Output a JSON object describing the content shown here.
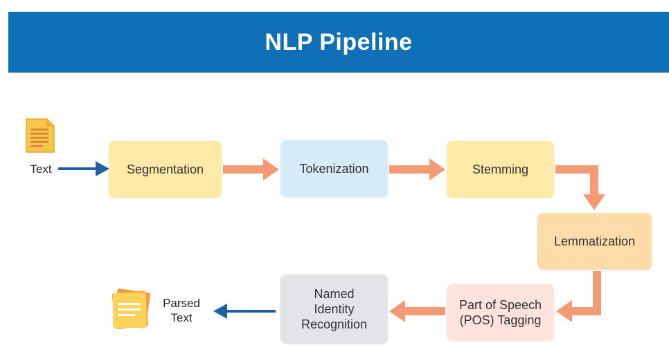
{
  "title": "NLP Pipeline",
  "input_label": "Text",
  "output_label_line1": "Parsed",
  "output_label_line2": "Text",
  "steps": {
    "segmentation": "Segmentation",
    "tokenization": "Tokenization",
    "stemming": "Stemming",
    "lemmatization": "Lemmatization",
    "pos_line1": "Part of Speech",
    "pos_line2": "(POS) Tagging",
    "ner_line1": "Named",
    "ner_line2": "Identity",
    "ner_line3": "Recognition"
  },
  "colors": {
    "banner": "#0f6fb7",
    "flow_arrow": "#f49a74",
    "io_arrow": "#1f5fa6",
    "yellow_box": "#fdeaa8",
    "blue_box": "#d6ebf8",
    "orange_box": "#fddcaa",
    "pink_box": "#fde2de",
    "gray_box": "#e3e4e8"
  },
  "icons": {
    "input": "document-icon",
    "output": "sticky-notes-icon"
  }
}
